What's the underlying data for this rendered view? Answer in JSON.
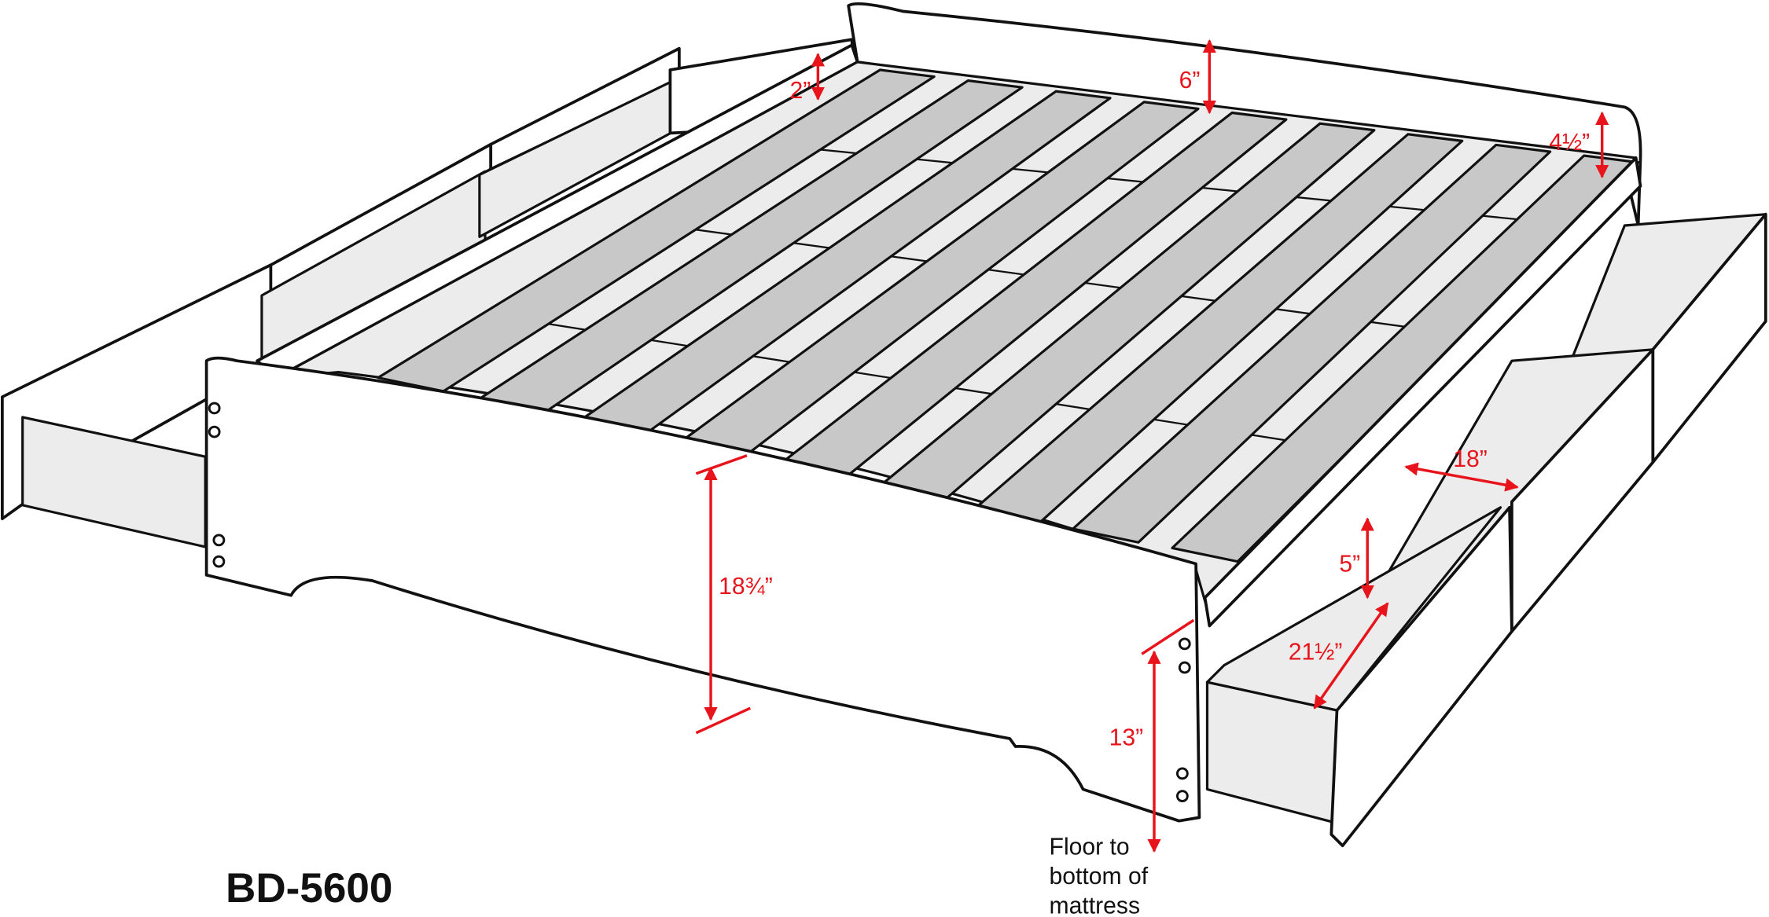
{
  "model": "BD-5600",
  "dimensions": {
    "headboard_rail": "2”",
    "headboard_height": "6”",
    "headboard_side": "4½”",
    "drawer_width": "18”",
    "drawer_height": "5”",
    "drawer_depth": "21½”",
    "footboard_height": "18¾”",
    "floor_to_mattress": "13”"
  },
  "note": {
    "line1": "Floor to",
    "line2": "bottom of",
    "line3": "mattress"
  },
  "colors": {
    "dimension": "#e8141b",
    "slat": "#c8c8c8"
  }
}
